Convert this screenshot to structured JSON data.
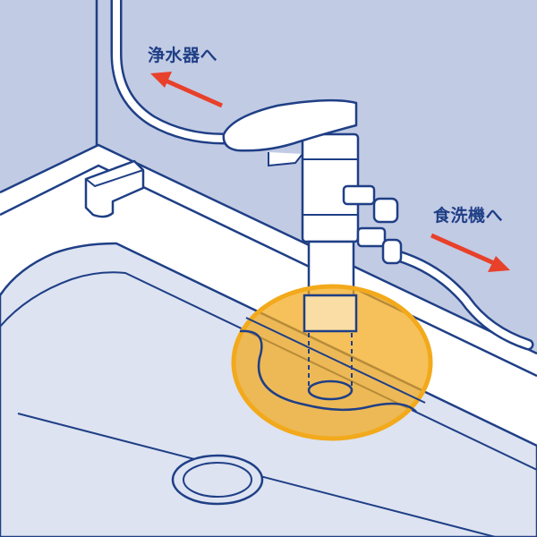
{
  "labels": {
    "water_filter": "浄水器へ",
    "dishwasher": "食洗機へ"
  },
  "colors": {
    "wall": "#c2cbe4",
    "counter": "#ffffff",
    "sink_basin": "#dde3f1",
    "outline": "#1f3f86",
    "arrow": "#e8412b",
    "highlight": "#f2a91b"
  },
  "icons": {
    "arrow_filter": "arrow-up-left",
    "arrow_dishwasher": "arrow-down-right"
  }
}
